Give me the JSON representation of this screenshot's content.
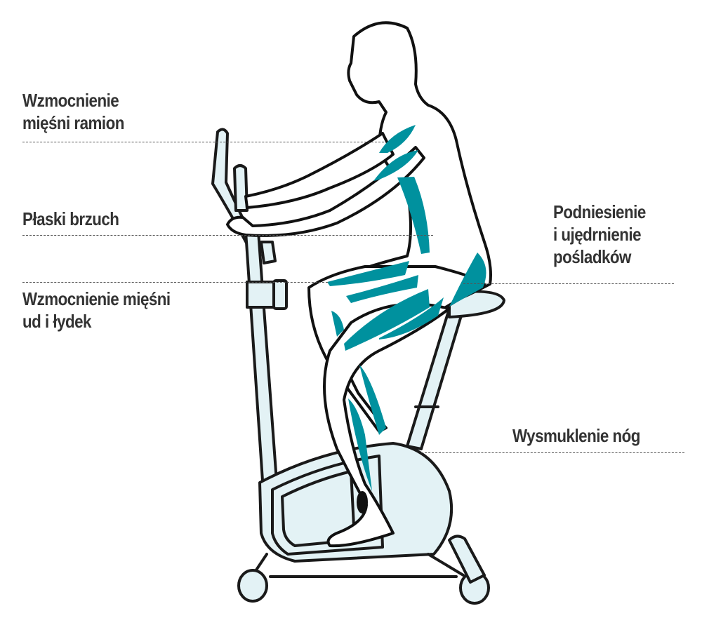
{
  "labels": {
    "arms": {
      "line1": "Wzmocnienie",
      "line2": "mięśni ramion"
    },
    "abs": {
      "line1": "Płaski brzuch"
    },
    "thighs": {
      "line1": "Wzmocnienie mięśni",
      "line2": "ud i łydek"
    },
    "glutes": {
      "line1": "Podniesienie",
      "line2": "i ujędrnienie",
      "line3": "pośladków"
    },
    "legs": {
      "line1": "Wysmuklenie nóg"
    }
  },
  "colors": {
    "muscle": "#00919e",
    "bike_fill": "#e3f2f5",
    "outline": "#111111",
    "text": "#333333"
  }
}
